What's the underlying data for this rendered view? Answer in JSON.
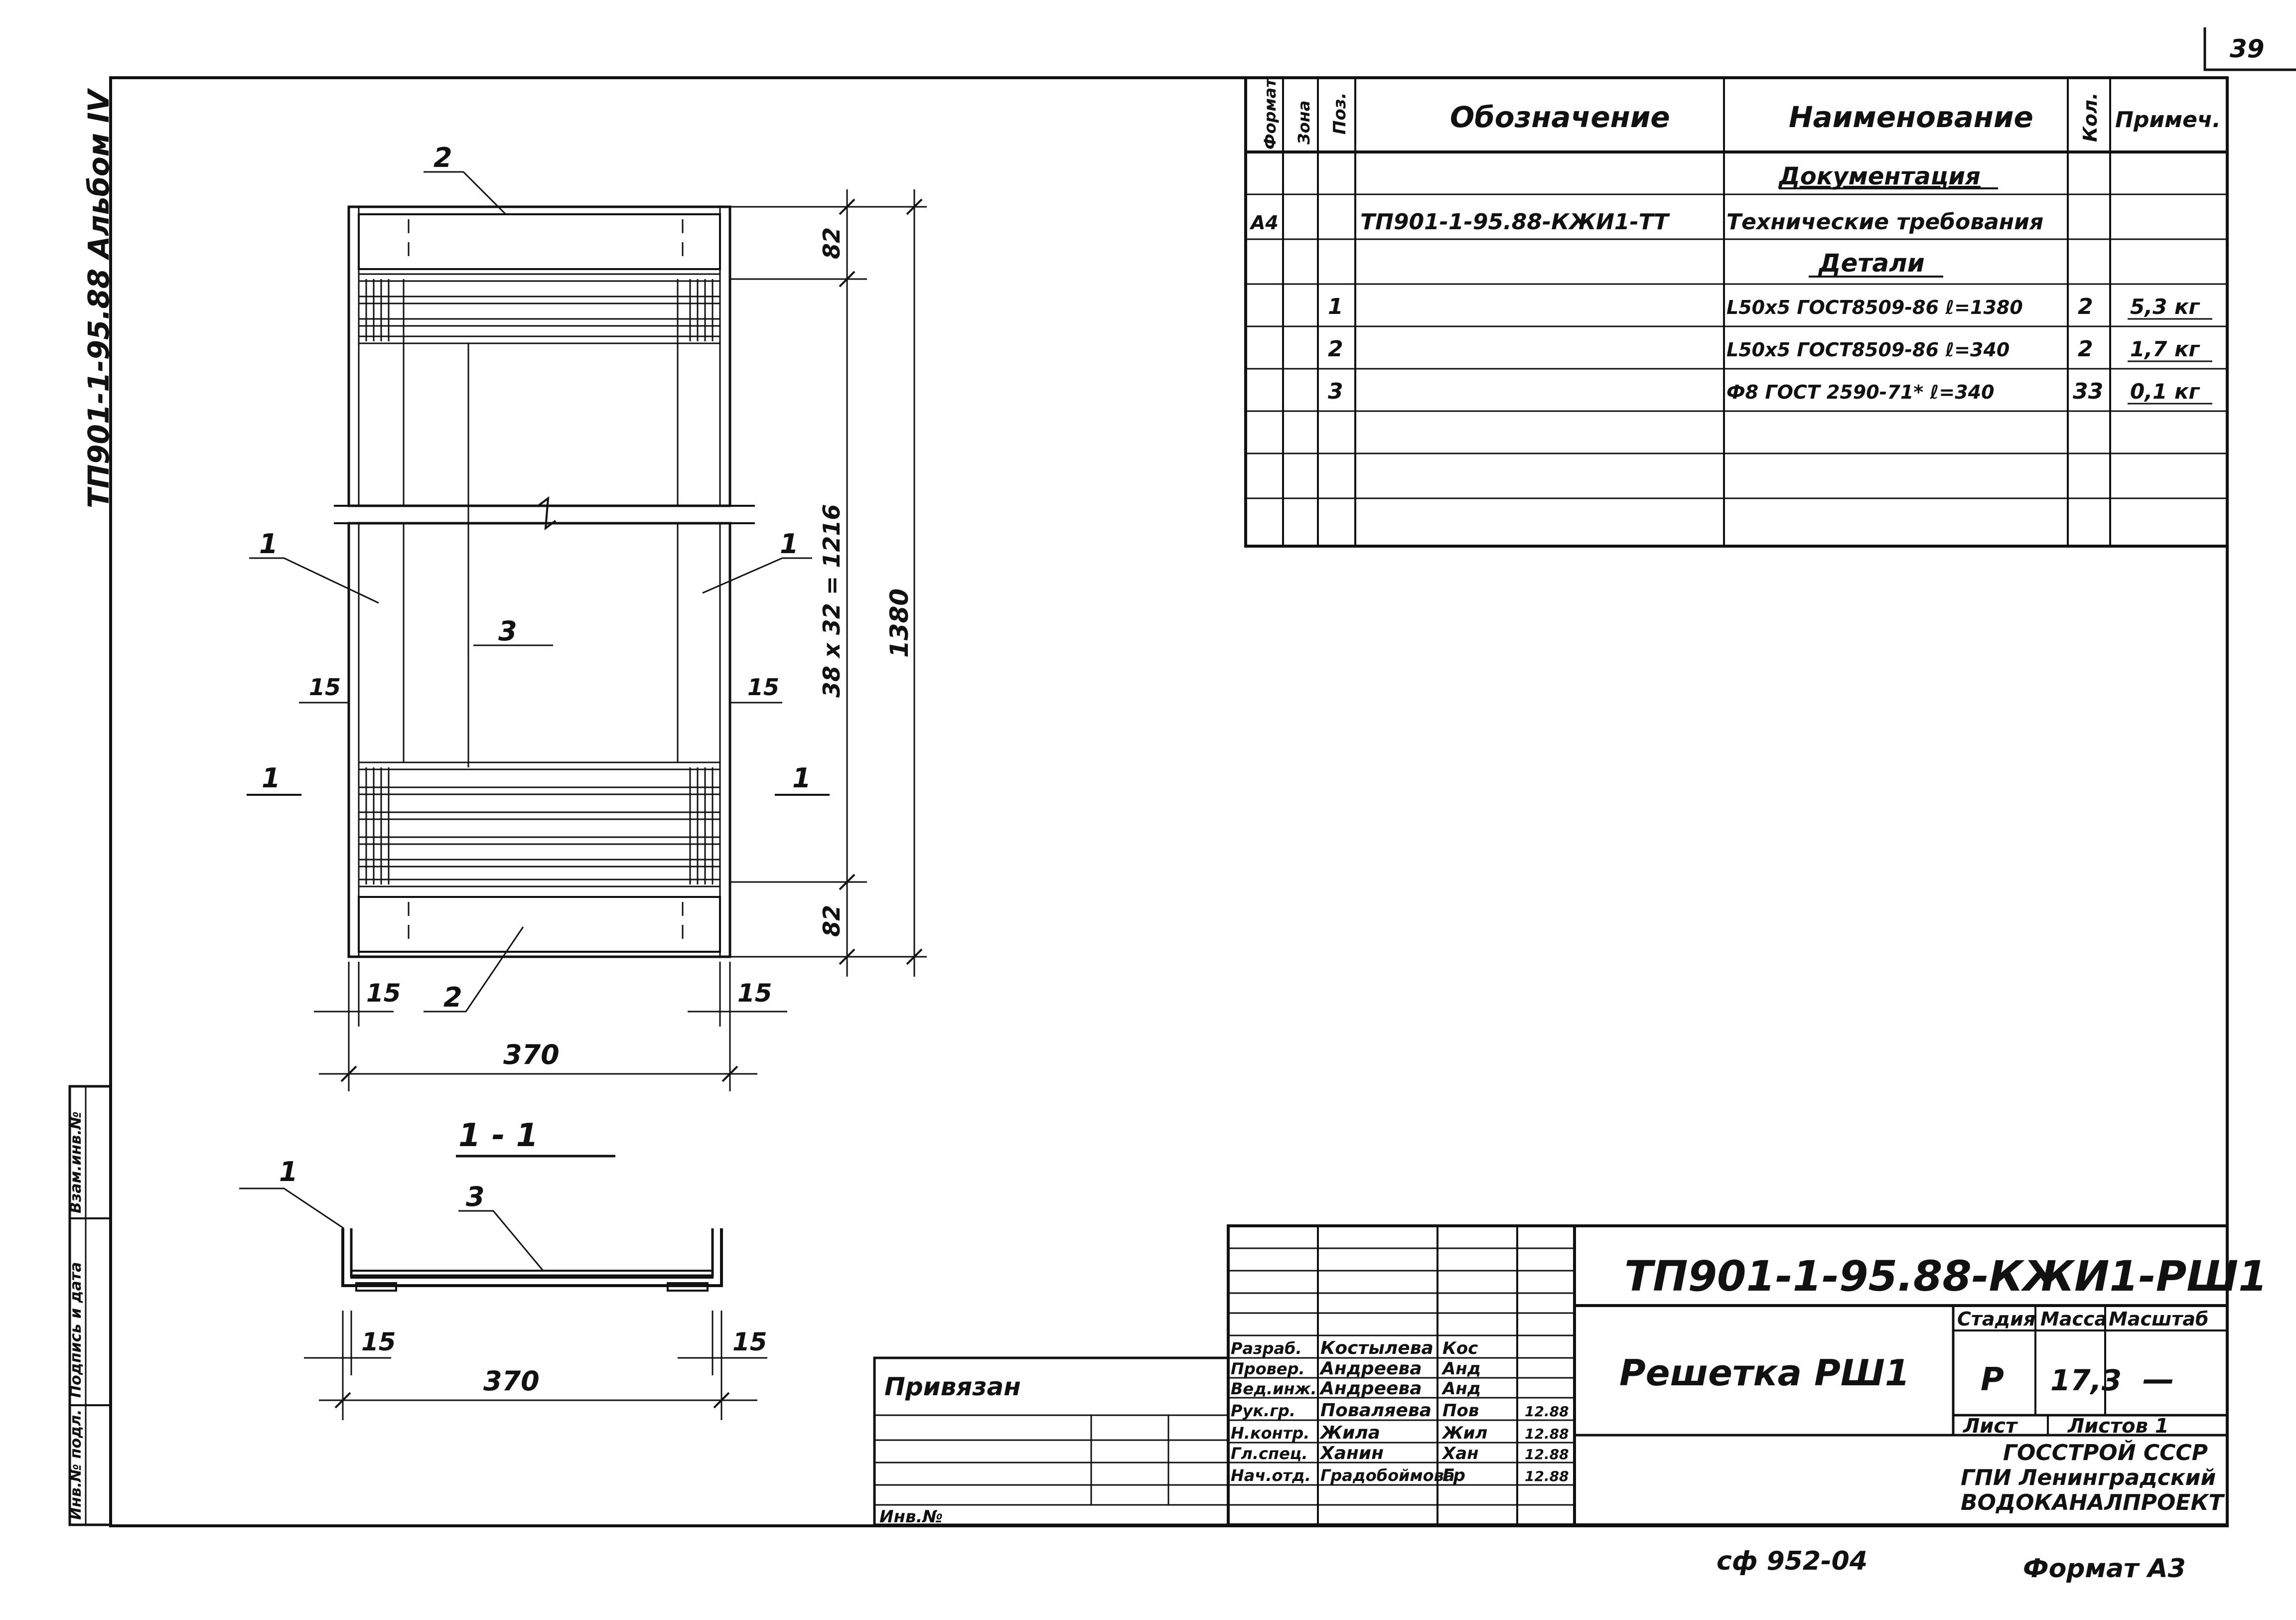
{
  "sheet_number": "39",
  "album_label": "ТП901-1-95.88 Альбом IV",
  "side_stamp": {
    "cells": [
      "Инв.№ подл.",
      "Подпись и дата",
      "Взам.инв.№"
    ]
  },
  "spec_table": {
    "headers": {
      "format": "Формат",
      "zone": "Зона",
      "pos": "Поз.",
      "designation": "Обозначение",
      "name": "Наименование",
      "qty": "Кол.",
      "note": "Примеч."
    },
    "rows": [
      {
        "format": "",
        "pos": "",
        "designation": "",
        "name": "Документация",
        "qty": "",
        "note": ""
      },
      {
        "format": "А4",
        "pos": "",
        "designation": "ТП901-1-95.88-КЖИ1-ТТ",
        "name": "Технические требования",
        "qty": "",
        "note": ""
      },
      {
        "format": "",
        "pos": "",
        "designation": "",
        "name": "Детали",
        "qty": "",
        "note": ""
      },
      {
        "format": "",
        "pos": "1",
        "designation": "",
        "name": "L50x5 ГОСТ8509-86 ℓ=1380",
        "qty": "2",
        "note": "5,3 кг"
      },
      {
        "format": "",
        "pos": "2",
        "designation": "",
        "name": "L50x5 ГОСТ8509-86 ℓ=340",
        "qty": "2",
        "note": "1,7 кг"
      },
      {
        "format": "",
        "pos": "3",
        "designation": "",
        "name": "Ф8 ГОСТ 2590-71* ℓ=340",
        "qty": "33",
        "note": "0,1 кг"
      },
      {
        "format": "",
        "pos": "",
        "designation": "",
        "name": "",
        "qty": "",
        "note": ""
      },
      {
        "format": "",
        "pos": "",
        "designation": "",
        "name": "",
        "qty": "",
        "note": ""
      },
      {
        "format": "",
        "pos": "",
        "designation": "",
        "name": "",
        "qty": "",
        "note": ""
      }
    ]
  },
  "drawing": {
    "labels": {
      "pos1": "1",
      "pos2": "2",
      "pos3": "3",
      "section_mark": "1"
    },
    "dims": {
      "top_82": "82",
      "pitch": "38 x 32 = 1216",
      "total_1380": "1380",
      "bottom_82": "82",
      "side_15": "15",
      "width_370": "370"
    },
    "section_title": "1 - 1"
  },
  "title_block": {
    "code": "ТП901-1-95.88-КЖИ1-РШ1",
    "product_name": "Решетка РШ1",
    "stage_label": "Стадия",
    "mass_label": "Масса",
    "scale_label": "Масштаб",
    "stage": "Р",
    "mass": "17,3",
    "scale": "—",
    "sheet_label": "Лист",
    "sheets_label": "Листов 1",
    "org": [
      "ГОССТРОЙ СССР",
      "ГПИ Ленинградский",
      "ВОДОКАНАЛПРОЕКТ"
    ],
    "roles": [
      {
        "role": "Разраб.",
        "name": "Костылева",
        "sign": "Кос",
        "date": ""
      },
      {
        "role": "Провер.",
        "name": "Андреева",
        "sign": "Анд",
        "date": ""
      },
      {
        "role": "Вед.инж.",
        "name": "Андреева",
        "sign": "Анд",
        "date": ""
      },
      {
        "role": "Рук.гр.",
        "name": "Поваляева",
        "sign": "Пов",
        "date": "12.88"
      },
      {
        "role": "Н.контр.",
        "name": "Жила",
        "sign": "Жил",
        "date": "12.88"
      },
      {
        "role": "Гл.спец.",
        "name": "Ханин",
        "sign": "Хан",
        "date": "12.88"
      },
      {
        "role": "Нач.отд.",
        "name": "Градобоймова",
        "sign": "Гр",
        "date": "12.88"
      }
    ],
    "privyazan": "Привязан",
    "inv_no": "Инв.№"
  },
  "footer": {
    "code": "сф 952-04",
    "format": "Формат А3"
  }
}
